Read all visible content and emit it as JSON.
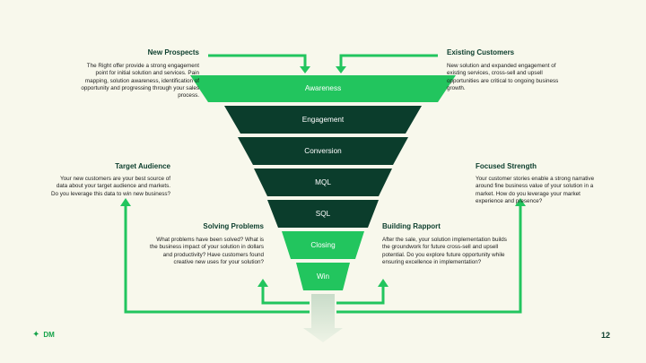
{
  "funnel": {
    "stages": [
      {
        "label": "Awareness",
        "color": "#22c55e"
      },
      {
        "label": "Engagement",
        "color": "#0b3d2c"
      },
      {
        "label": "Conversion",
        "color": "#0b3d2c"
      },
      {
        "label": "MQL",
        "color": "#0b3d2c"
      },
      {
        "label": "SQL",
        "color": "#0b3d2c"
      },
      {
        "label": "Closing",
        "color": "#22c55e"
      },
      {
        "label": "Win",
        "color": "#22c55e"
      }
    ]
  },
  "blocks": {
    "new_prospects": {
      "title": "New Prospects",
      "text": "The Right offer provide a strong engagement point for initial solution and services. Pain mapping, solution awareness, identification of opportunity and progressing through your sales process."
    },
    "existing_customers": {
      "title": "Existing Customers",
      "text": "New solution and expanded engagement of existing services, cross-sell and upsell opportunities are critical to ongoing business growth."
    },
    "target_audience": {
      "title": "Target Audience",
      "text": "Your new customers are your best source of data about your target audience and markets. Do you leverage this data to win  new business?"
    },
    "focused_strength": {
      "title": "Focused Strength",
      "text": "Your customer stories enable a strong narrative around fine business value of your solution in a market. How do you leverage your market experience and presence?"
    },
    "solving_problems": {
      "title": "Solving Problems",
      "text": "What problems have been solved? What is the business impact of your solution in dollars and productivity? Have customers found creative new uses for your solution?"
    },
    "building_rapport": {
      "title": "Building Rapport",
      "text": "After the sale, your solution implementation builds the groundwork for future cross-sell and upsell potential. Do you explore future opportunity while ensuring excellence in implementation?"
    }
  },
  "footer": {
    "logo_text": "DM",
    "logo_mark": "✦",
    "page_number": "12"
  },
  "colors": {
    "accent_green": "#22c55e",
    "dark_green": "#0b3d2c",
    "background": "#f8f8ec"
  }
}
